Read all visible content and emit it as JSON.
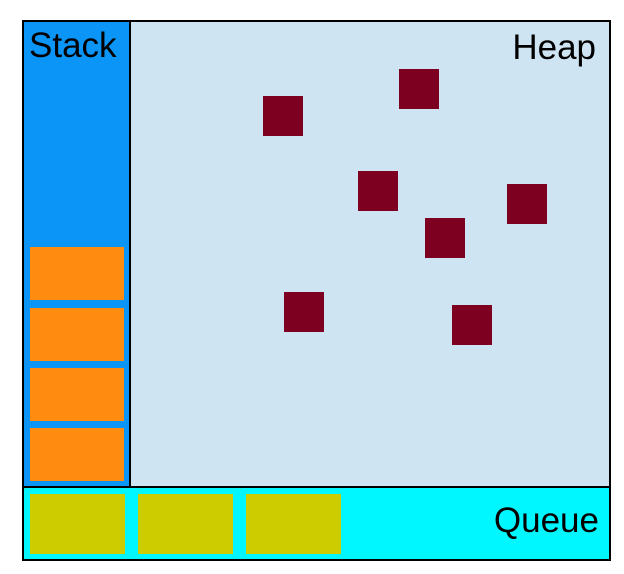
{
  "diagram": {
    "stack": {
      "label": "Stack",
      "frame_count": 4,
      "color": "#0b95f7",
      "frame_color": "#ff8c10"
    },
    "heap": {
      "label": "Heap",
      "object_count": 7,
      "color": "#cfe4f2",
      "object_color": "#7d0020"
    },
    "queue": {
      "label": "Queue",
      "message_count": 3,
      "color": "#00f7ff",
      "message_color": "#cccc00"
    }
  }
}
